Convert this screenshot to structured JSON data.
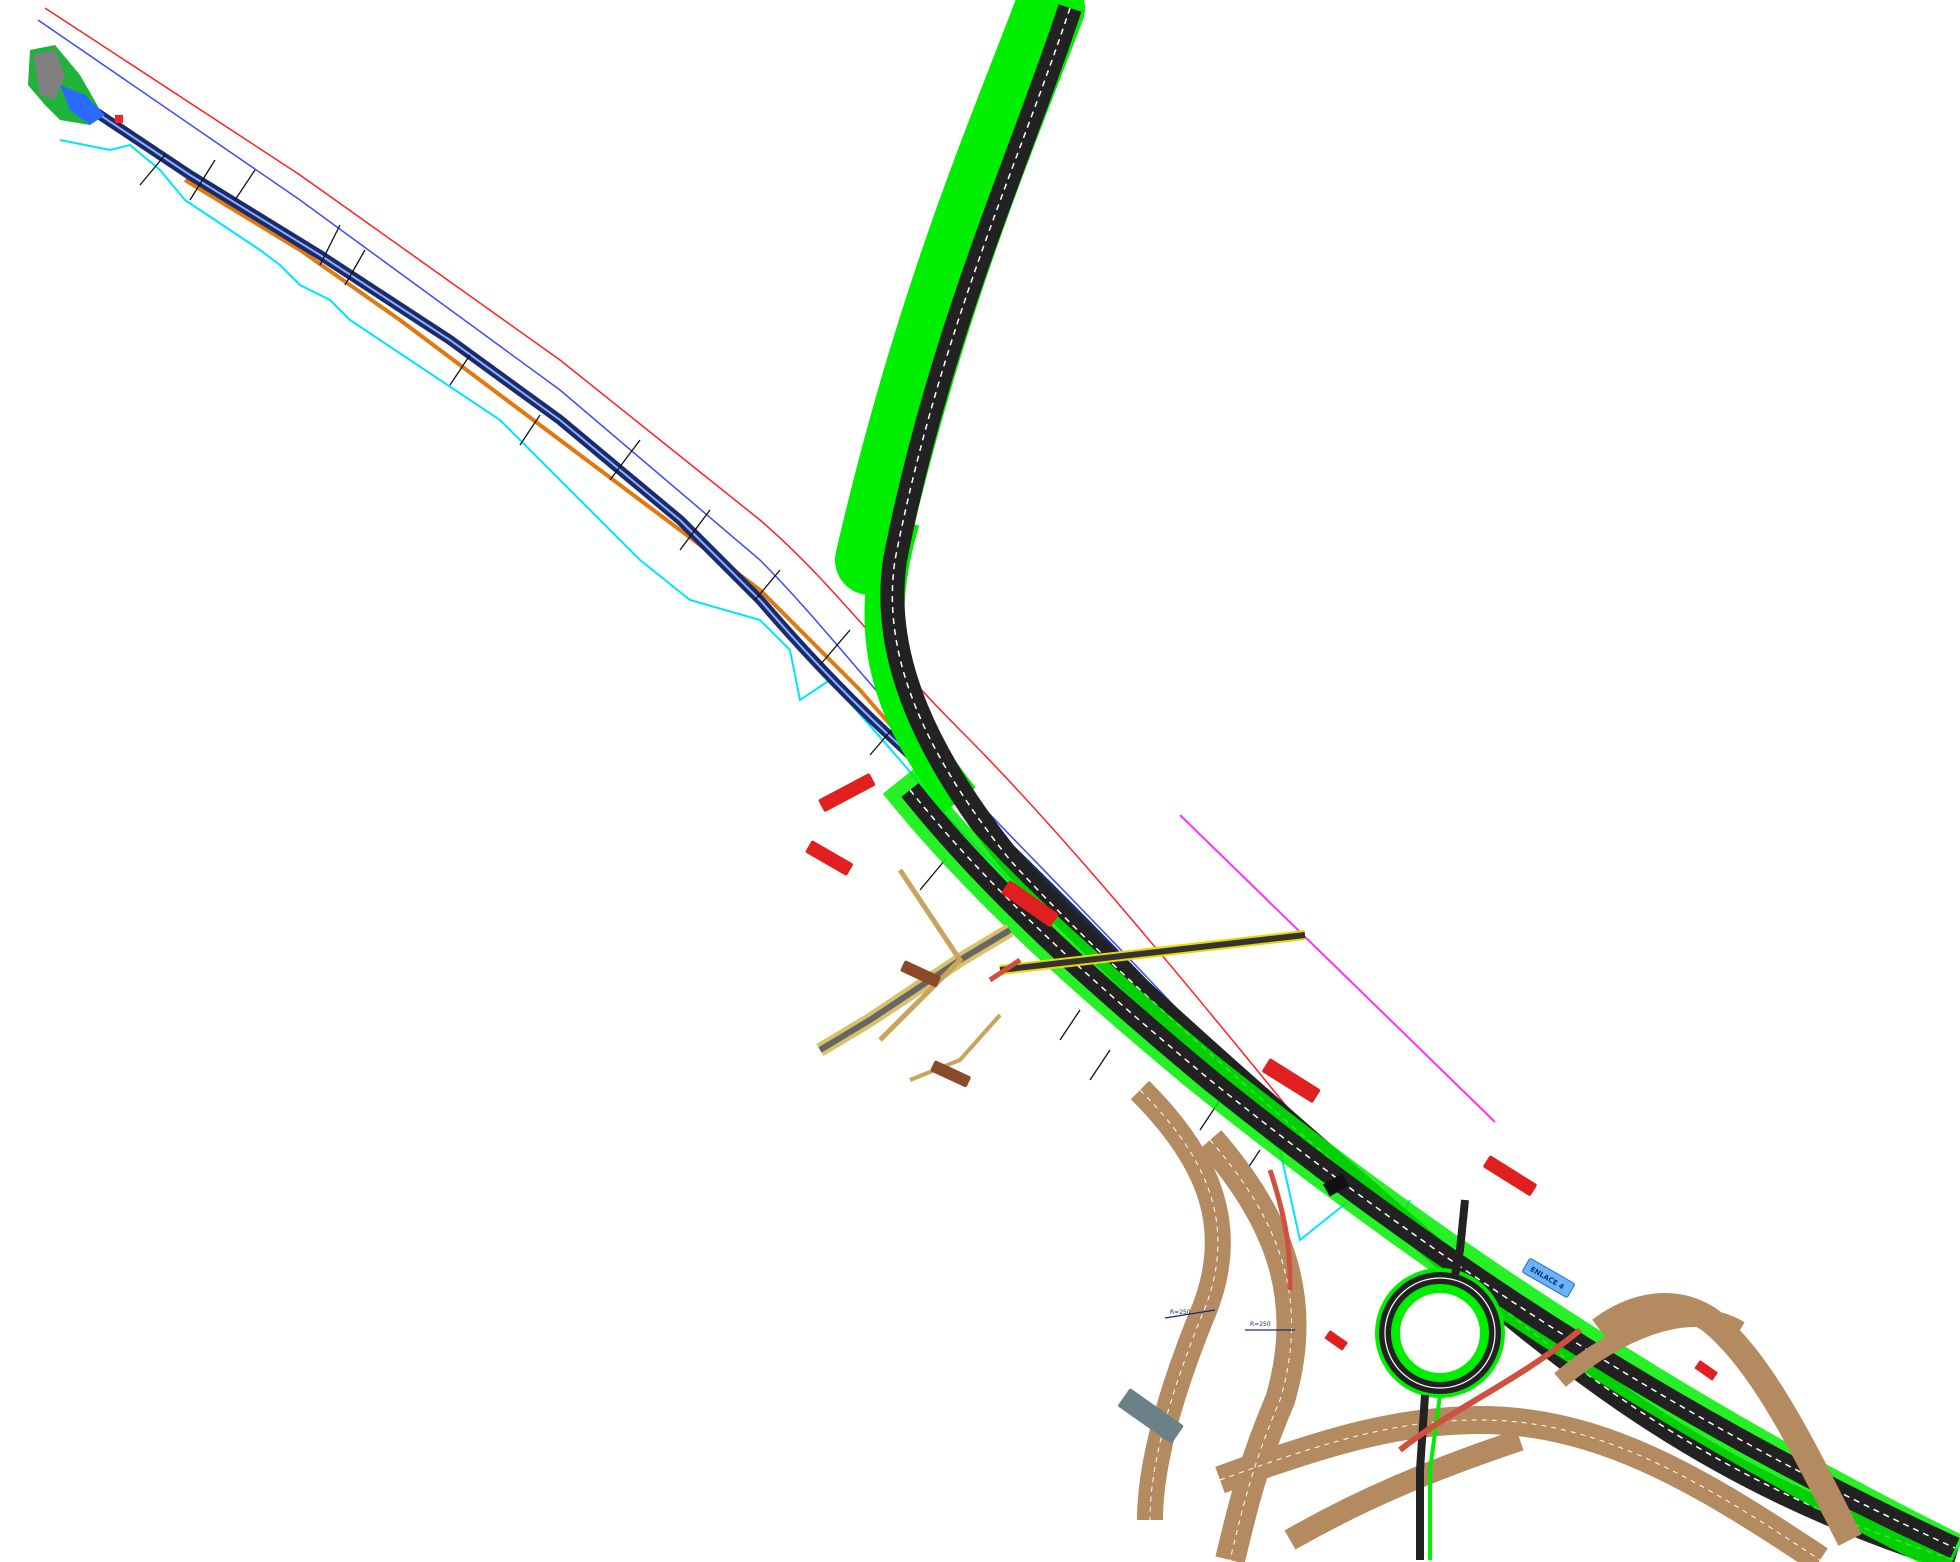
{
  "drawing": {
    "labels": {
      "left_upper": "",
      "left_lower": "",
      "center_red": "",
      "mid_right_red": "",
      "right_red": "",
      "right_blue": "ENLACE 4",
      "brown_top": "",
      "brown_bottom": "",
      "grey_box": "",
      "small_red_1": "",
      "small_red_2": "",
      "dim_1": "R=250",
      "dim_2": "R=250"
    }
  },
  "colors": {
    "asphalt": "#222222",
    "verge": "#00ff00",
    "tan": "#b48a60",
    "cyan": "#00e5ff",
    "blue": "#3b4bff",
    "red": "#ff2020",
    "orange": "#e07a10",
    "magenta": "#ff30ff",
    "yellow": "#e8d800",
    "label_red": "#e02020",
    "label_brown": "#8a4a2a",
    "label_blue": "#6ab4ff",
    "label_grey": "#6c8088"
  }
}
